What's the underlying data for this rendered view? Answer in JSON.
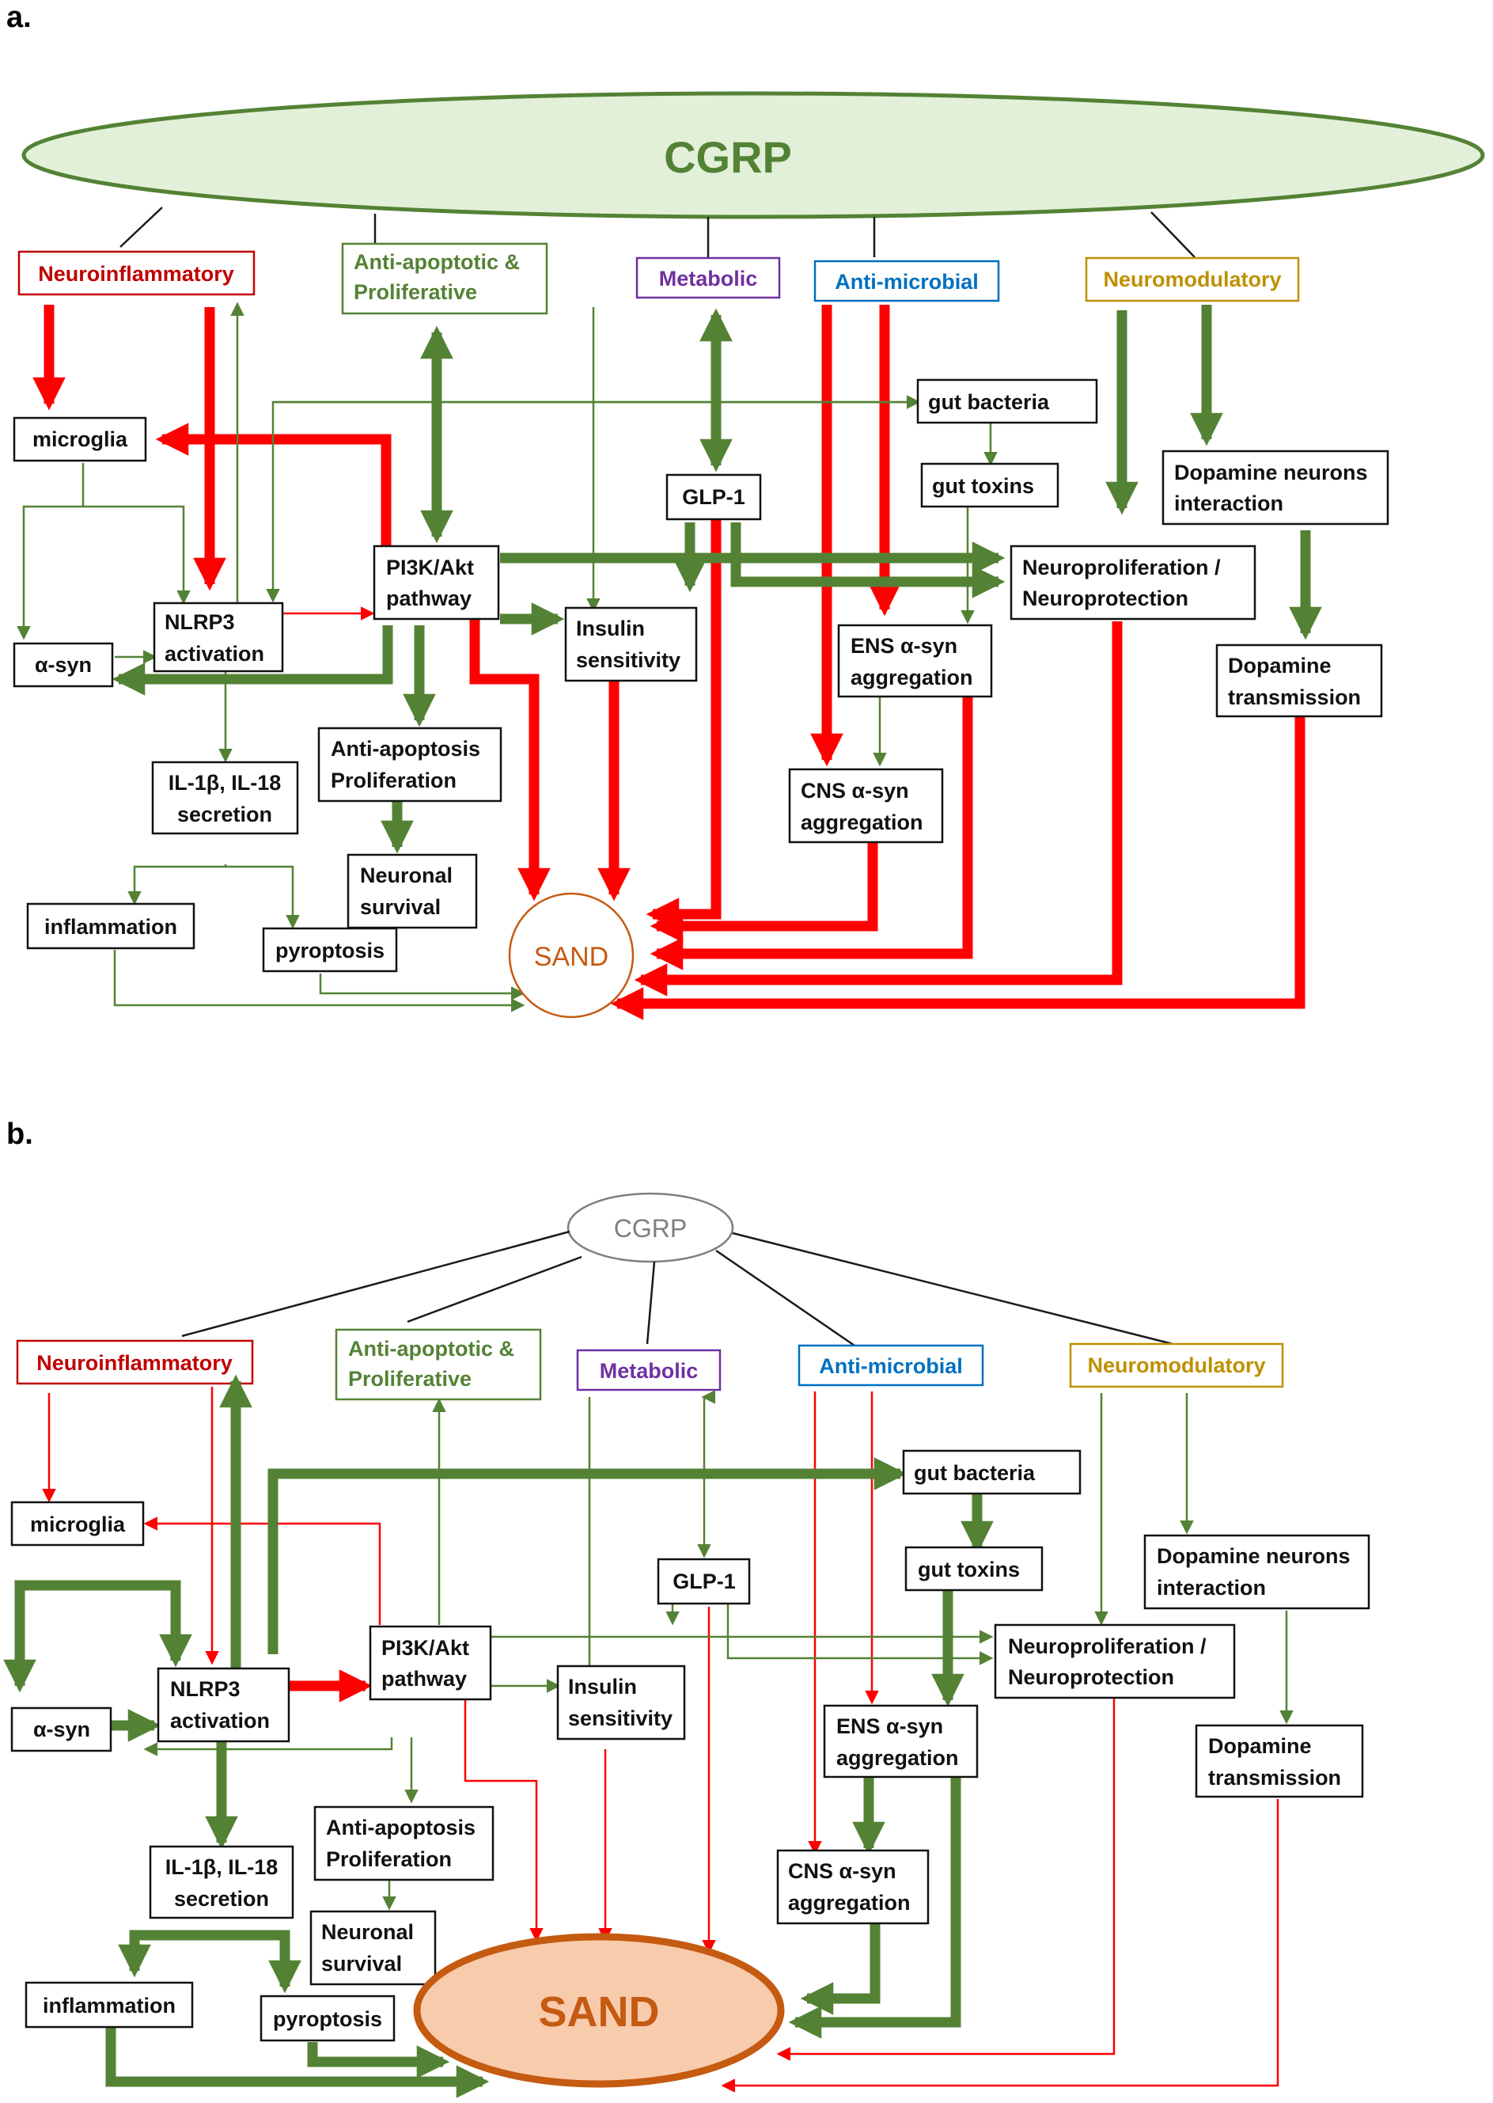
{
  "colors": {
    "green": "#548235",
    "red": "#ff0000",
    "black": "#1a1a1a",
    "neuroinflammatory": "#c00000",
    "anti_apoptotic": "#548235",
    "metabolic": "#7030a0",
    "anti_microbial": "#0070c0",
    "neuromodulatory": "#bf9000",
    "cgrp_fill": "#e2f0d9",
    "cgrp_text": "#548235",
    "sand_text": "#c55a11",
    "sand_fill_b": "#f8cbad",
    "sand_stroke": "#c55a11"
  },
  "panel_a": {
    "label": "a.",
    "cgrp": "CGRP",
    "sand": "SAND",
    "categories": {
      "neuroinflammatory": "Neuroinflammatory",
      "anti_apoptotic_1": "Anti-apoptotic &",
      "anti_apoptotic_2": "Proliferative",
      "metabolic": "Metabolic",
      "anti_microbial": "Anti-microbial",
      "neuromodulatory": "Neuromodulatory"
    },
    "nodes": {
      "microglia": "microglia",
      "nlrp3_1": "NLRP3",
      "nlrp3_2": "activation",
      "asyn": "α-syn",
      "il1b_1": "IL-1β, IL-18",
      "il1b_2": "secretion",
      "inflammation": "inflammation",
      "pyroptosis": "pyroptosis",
      "pi3k_1": "PI3K/Akt",
      "pi3k_2": "pathway",
      "antiapop_1": "Anti-apoptosis",
      "antiapop_2": "Proliferation",
      "neuronal_1": "Neuronal",
      "neuronal_2": "survival",
      "insulin_1": "Insulin",
      "insulin_2": "sensitivity",
      "glp1": "GLP-1",
      "gut_bacteria": "gut bacteria",
      "gut_toxins": "gut toxins",
      "ens_1": "ENS α-syn",
      "ens_2": "aggregation",
      "cns_1": "CNS α-syn",
      "cns_2": "aggregation",
      "neuroprolif_1": "Neuroproliferation /",
      "neuroprolif_2": "Neuroprotection",
      "dopamine_neurons_1": "Dopamine neurons",
      "dopamine_neurons_2": "interaction",
      "dopamine_trans_1": "Dopamine",
      "dopamine_trans_2": "transmission"
    }
  },
  "panel_b": {
    "label": "b.",
    "cgrp": "CGRP",
    "sand": "SAND",
    "categories": {
      "neuroinflammatory": "Neuroinflammatory",
      "anti_apoptotic_1": "Anti-apoptotic &",
      "anti_apoptotic_2": "Proliferative",
      "metabolic": "Metabolic",
      "anti_microbial": "Anti-microbial",
      "neuromodulatory": "Neuromodulatory"
    },
    "nodes": {
      "microglia": "microglia",
      "nlrp3_1": "NLRP3",
      "nlrp3_2": "activation",
      "asyn": "α-syn",
      "il1b_1": "IL-1β, IL-18",
      "il1b_2": "secretion",
      "inflammation": "inflammation",
      "pyroptosis": "pyroptosis",
      "pi3k_1": "PI3K/Akt",
      "pi3k_2": "pathway",
      "antiapop_1": "Anti-apoptosis",
      "antiapop_2": "Proliferation",
      "neuronal_1": "Neuronal",
      "neuronal_2": "survival",
      "insulin_1": "Insulin",
      "insulin_2": "sensitivity",
      "glp1": "GLP-1",
      "gut_bacteria": "gut bacteria",
      "gut_toxins": "gut toxins",
      "ens_1": "ENS α-syn",
      "ens_2": "aggregation",
      "cns_1": "CNS α-syn",
      "cns_2": "aggregation",
      "neuroprolif_1": "Neuroproliferation /",
      "neuroprolif_2": "Neuroprotection",
      "dopamine_neurons_1": "Dopamine neurons",
      "dopamine_neurons_2": "interaction",
      "dopamine_trans_1": "Dopamine",
      "dopamine_trans_2": "transmission"
    }
  }
}
